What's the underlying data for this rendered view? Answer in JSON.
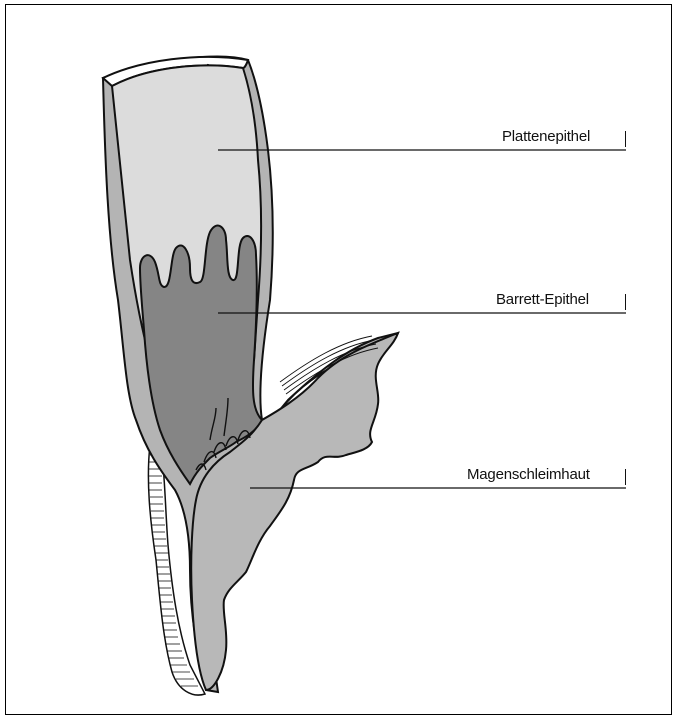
{
  "labels": {
    "squamous": "Plattenepithel",
    "barrett": "Barrett-Epithel",
    "gastric": "Magenschleimhaut"
  },
  "colors": {
    "outline": "#111111",
    "wall": "#b4b4b4",
    "squamous_fill": "#dcdcdc",
    "barrett_fill": "#858585",
    "gastric_fill": "#b8b8b8",
    "background": "#ffffff"
  }
}
